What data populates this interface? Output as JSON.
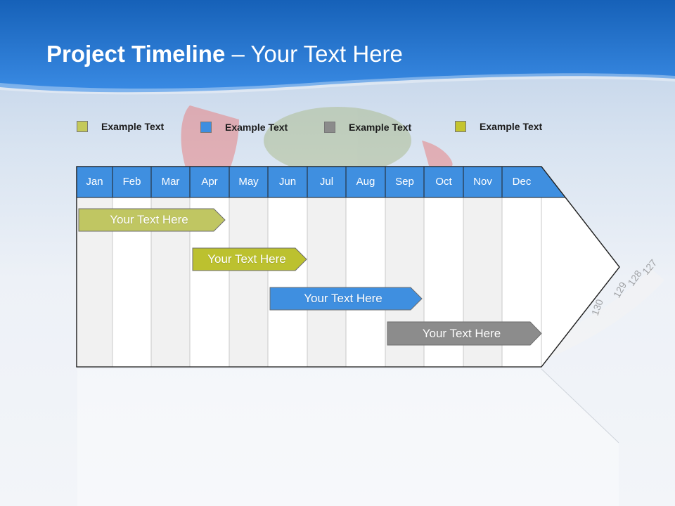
{
  "title": {
    "bold": "Project Timeline",
    "rest": " – Your Text Here"
  },
  "legend": [
    {
      "label": "Example Text",
      "color": "#c4c95a"
    },
    {
      "label": "Example Text",
      "color": "#3d8ee0"
    },
    {
      "label": "Example Text",
      "color": "#8b8b8b"
    },
    {
      "label": "Example Text",
      "color": "#c4c42e"
    }
  ],
  "timeline": {
    "months": [
      "Jan",
      "Feb",
      "Mar",
      "Apr",
      "May",
      "Jun",
      "Jul",
      "Aug",
      "Sep",
      "Oct",
      "Nov",
      "Dec"
    ],
    "header_color": "#3f8fe0",
    "bars": [
      {
        "label": "Your  Text Here",
        "color": "#c0c662",
        "start": "Jan",
        "end": "Apr"
      },
      {
        "label": "Your  Text Here",
        "color": "#bcc12f",
        "start": "Apr",
        "end": "Jun"
      },
      {
        "label": "Your  Text Here",
        "color": "#3f8fe0",
        "start": "Jun",
        "end": "Sep"
      },
      {
        "label": "Your  Text Here",
        "color": "#8c8c8c",
        "start": "Sep",
        "end": "Dec"
      }
    ]
  },
  "colors": {
    "banner": "#1e6cc4",
    "banner_light": "#3c8ee6"
  }
}
